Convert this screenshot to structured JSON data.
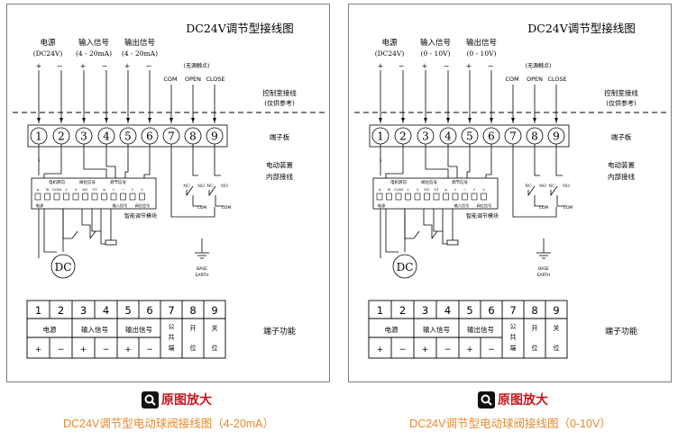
{
  "diagrams": [
    {
      "title": "DC24V调节型接线图",
      "power_label": "电源",
      "power_sub": "(DC24V)",
      "input_label": "输入信号",
      "input_sub": "(4 - 20mA)",
      "output_label": "输出信号",
      "output_sub": "(4 - 20mA)",
      "passive_note": "(无源触点)",
      "com": "COM",
      "open": "OPEN",
      "close": "CLOSE",
      "control_room": "控制室接线",
      "reference_only": "(仅供参考)",
      "terminal_board": "端子板",
      "actuator": "电动装置",
      "internal_wiring": "内部接线",
      "terminals": [
        "1",
        "2",
        "3",
        "4",
        "5",
        "6",
        "7",
        "8",
        "9"
      ],
      "signs": [
        "+",
        "−",
        "+",
        "−",
        "+",
        "−"
      ],
      "module_label": "智能调节模块",
      "module_top": [
        "电机转向",
        "阀位信号",
        "调节信号"
      ],
      "module_row": [
        "A",
        "B",
        "COM",
        "2",
        "3",
        "NC",
        "V1",
        "A",
        "+",
        "−",
        "1",
        "2"
      ],
      "module_bottom": [
        "电源",
        "输入信号",
        "阀位信号"
      ],
      "nc": "NC",
      "no": "NO",
      "base": "BASE",
      "earth": "EARTH",
      "motor": "DC",
      "func_title": "端子功能",
      "func_power": "电源",
      "func_input": "输入信号",
      "func_output": "输出信号",
      "func_7": [
        "公",
        "共",
        "端"
      ],
      "func_8": [
        "开",
        "位"
      ],
      "func_9": [
        "关",
        "位"
      ]
    },
    {
      "title": "DC24V调节型接线图",
      "power_label": "电源",
      "power_sub": "(DC24V)",
      "input_label": "输入信号",
      "input_sub": "(0 - 10V)",
      "output_label": "输出信号",
      "output_sub": "(0 - 10V)",
      "passive_note": "(无源触点)",
      "com": "COM",
      "open": "OPEN",
      "close": "CLOSE",
      "control_room": "控制室接线",
      "reference_only": "(仅供参考)",
      "terminal_board": "端子板",
      "actuator": "电动装置",
      "internal_wiring": "内部接线",
      "terminals": [
        "1",
        "2",
        "3",
        "4",
        "5",
        "6",
        "7",
        "8",
        "9"
      ],
      "signs": [
        "+",
        "−",
        "+",
        "−",
        "+",
        "−"
      ],
      "module_label": "智能调节模块",
      "module_top": [
        "电机转向",
        "阀位信号",
        "调节信号"
      ],
      "module_row": [
        "A",
        "B",
        "COM",
        "2",
        "3",
        "NC",
        "V1",
        "A",
        "+",
        "−",
        "1",
        "2"
      ],
      "module_bottom": [
        "电源",
        "输入信号",
        "阀位信号"
      ],
      "nc": "NC",
      "no": "NO",
      "base": "BASE",
      "earth": "EARTH",
      "motor": "DC",
      "func_title": "端子功能",
      "func_power": "电源",
      "func_input": "输入信号",
      "func_output": "输出信号",
      "func_7": [
        "公",
        "共",
        "端"
      ],
      "func_8": [
        "开",
        "位"
      ],
      "func_9": [
        "关",
        "位"
      ]
    }
  ],
  "zoom_label": "原图放大",
  "captions": [
    "DC24V调节型电动球阀接线图（4-20mA）",
    "DC24V调节型电动球阀接线图（0-10V）"
  ]
}
